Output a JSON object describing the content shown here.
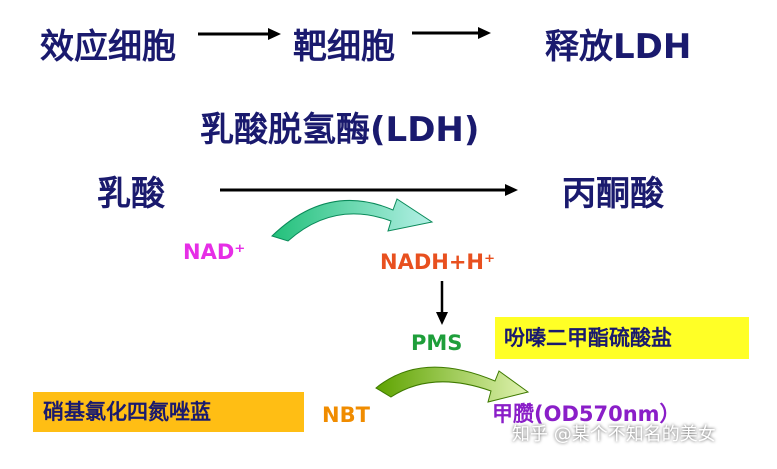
{
  "row1": {
    "effector_cell": "效应细胞",
    "target_cell": "靶细胞",
    "release": "释放LDH"
  },
  "enzyme": "乳酸脱氢酶(LDH)",
  "reaction": {
    "substrate": "乳酸",
    "product": "丙酮酸"
  },
  "cofactors": {
    "nad": "NAD⁺",
    "nadh": "NADH+H⁺",
    "pms": "PMS",
    "nbt": "NBT",
    "formazan": "甲臜(OD570nm）"
  },
  "labels": {
    "pms_name": "吩嗪二甲酯硫酸盐",
    "nbt_name": "硝基氯化四氮唑蓝"
  },
  "watermark": "知乎 @某个不知名的美女",
  "colors": {
    "navy": "#1a1a6e",
    "nad": "#e62ee6",
    "nadh": "#e8501f",
    "pms": "#1e9e3a",
    "nbt": "#f08c00",
    "formazan": "#8a1ec8",
    "yellow_box": "#ffff26",
    "orange_box": "#ffbe14"
  }
}
